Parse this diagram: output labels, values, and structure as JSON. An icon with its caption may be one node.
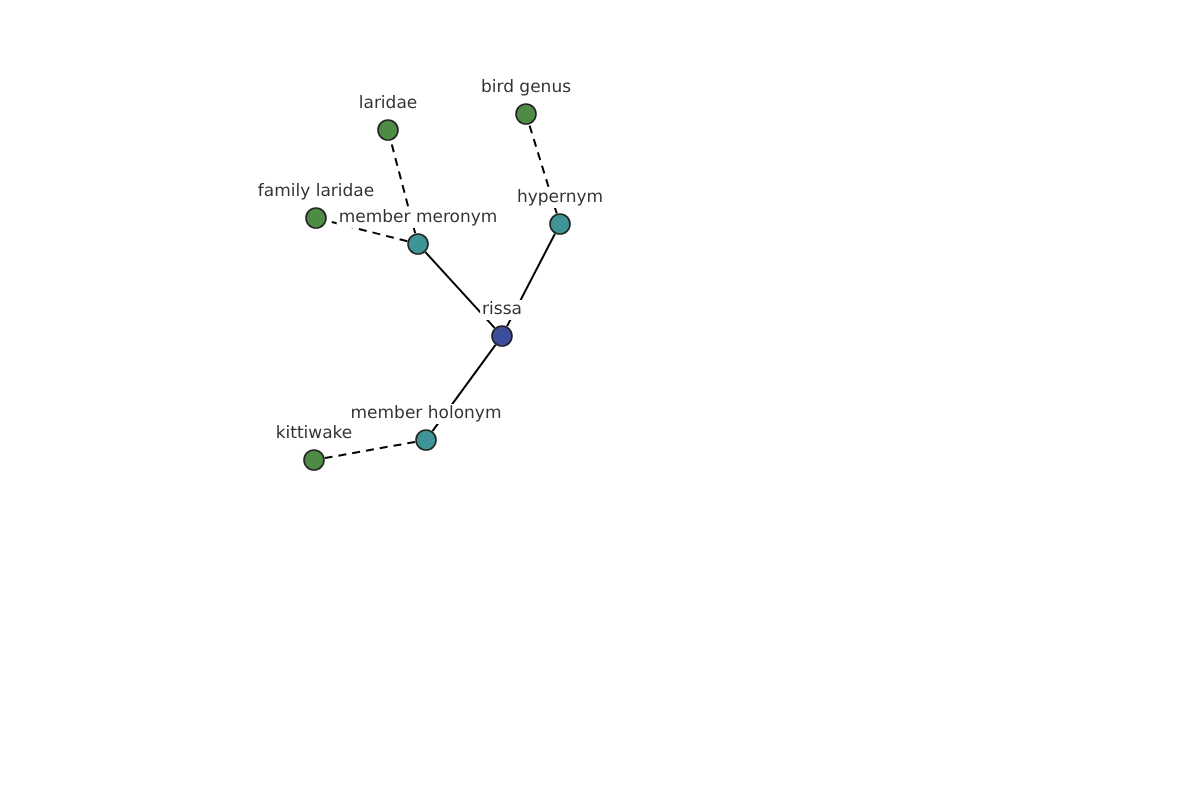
{
  "diagram": {
    "nodes": [
      {
        "text": [
          "laridae"
        ]
      },
      {
        "text": [
          "bird genus"
        ]
      },
      {
        "text": [
          "family laridae"
        ]
      },
      {
        "text": [
          "member meronym"
        ]
      },
      {
        "text": [
          "hypernym"
        ]
      },
      {
        "text": [
          "rissa"
        ]
      },
      {
        "text": [
          "member holonym"
        ]
      },
      {
        "text": [
          "kittiwake"
        ]
      }
    ],
    "edges": [
      {
        "from": 5,
        "to": 3,
        "arrow": "none"
      },
      {
        "from": 5,
        "to": 4,
        "arrow": "none"
      },
      {
        "from": 5,
        "to": 6,
        "arrow": "none"
      },
      {
        "from": 3,
        "to": 0,
        "arrow": "none",
        "style": "dashed"
      },
      {
        "from": 3,
        "to": 2,
        "arrow": "none",
        "style": "dashed"
      },
      {
        "from": 4,
        "to": 1,
        "arrow": "none",
        "style": "dashed"
      },
      {
        "from": 6,
        "to": 7,
        "arrow": "none",
        "style": "dashed"
      }
    ]
  }
}
